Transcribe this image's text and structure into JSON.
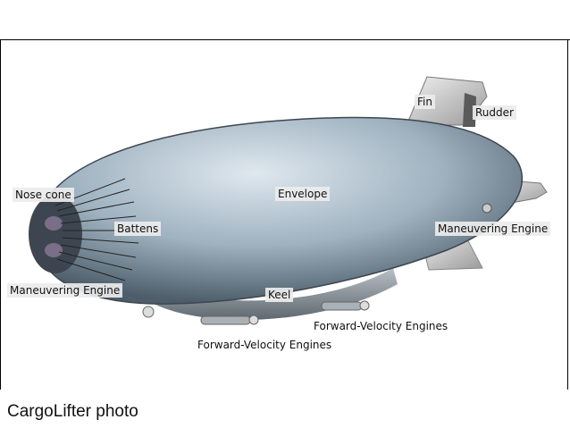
{
  "diagram": {
    "labels": {
      "nose_cone": "Nose cone",
      "battens": "Battens",
      "envelope": "Envelope",
      "fin": "Fin",
      "rudder": "Rudder",
      "maneuvering_engine_left": "Maneuvering Engine",
      "maneuvering_engine_right": "Maneuvering Engine",
      "keel": "Keel",
      "forward_velocity_engines_right": "Forward-Velocity Engines",
      "forward_velocity_engines_left": "Forward-Velocity Engines"
    },
    "colors": {
      "envelope_light": "#c9d6e0",
      "envelope_dark": "#4d5d6a",
      "keel": "#9aa3aa",
      "nose": "#3d4650"
    }
  },
  "caption": "CargoLifter photo"
}
